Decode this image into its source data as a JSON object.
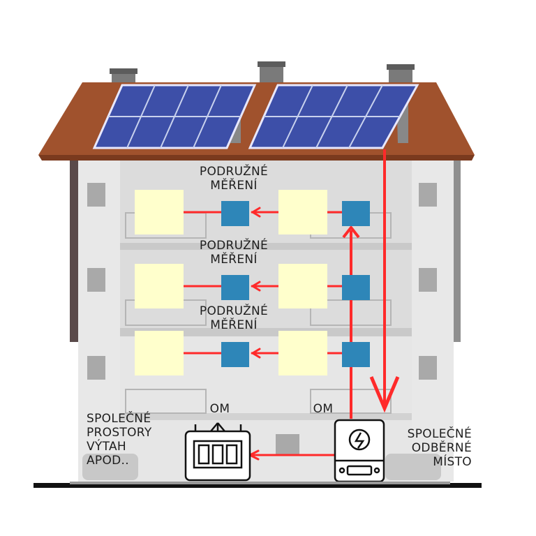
{
  "labels": {
    "submeter_1": [
      "PODRUŽNÉ",
      "MĚŘENÍ"
    ],
    "submeter_2": [
      "PODRUŽNÉ",
      "MĚŘENÍ"
    ],
    "submeter_3": [
      "PODRUŽNÉ",
      "MĚŘENÍ"
    ],
    "om_left": "OM",
    "om_right": "OM",
    "common_spaces": [
      "SPOLEČNÉ",
      "PROSTORY",
      "VÝTAH",
      "APOD.."
    ],
    "common_point": [
      "SPOLEČNÉ",
      "ODBĚRNÉ",
      "MÍSTO"
    ]
  },
  "colors": {
    "roof": "#a0522d",
    "wall": "#d9d9d9",
    "wall_dark": "#b8b8b8",
    "side_wall": "#5a4a4a",
    "panel": "#3d4fa8",
    "panel_grid": "#c9d2ee",
    "apartment": "#ffffcc",
    "meter": "#2e86b8",
    "arrow": "#ff2a2a",
    "ground": "#111111"
  }
}
